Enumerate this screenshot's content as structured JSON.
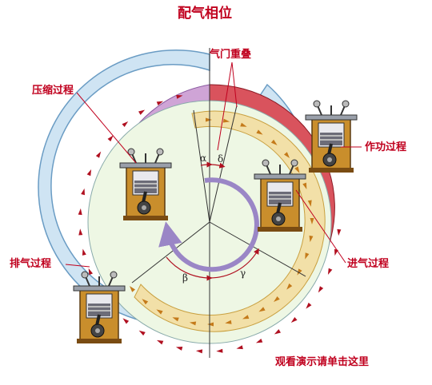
{
  "title": "配气相位",
  "labels": {
    "overlap": "气门重叠",
    "compression": "压缩过程",
    "power": "作功过程",
    "exhaust": "排气过程",
    "intake": "进气过程"
  },
  "angles": {
    "alpha": "α",
    "delta": "δ",
    "beta": "β",
    "gamma": "γ"
  },
  "demo_link": "观看演示请单击这里",
  "colors": {
    "title_red": "#c0001e",
    "exhaust_ring": "#cfe4f3",
    "power_ring": "#d9535d",
    "compression_ring": "#cfa4d6",
    "intake_ring": "#f2e0a8",
    "inner_disk": "#eef7e4",
    "rotation_arrow": "#9a86c6"
  },
  "icons": [
    "engine-cylinder-icon"
  ]
}
